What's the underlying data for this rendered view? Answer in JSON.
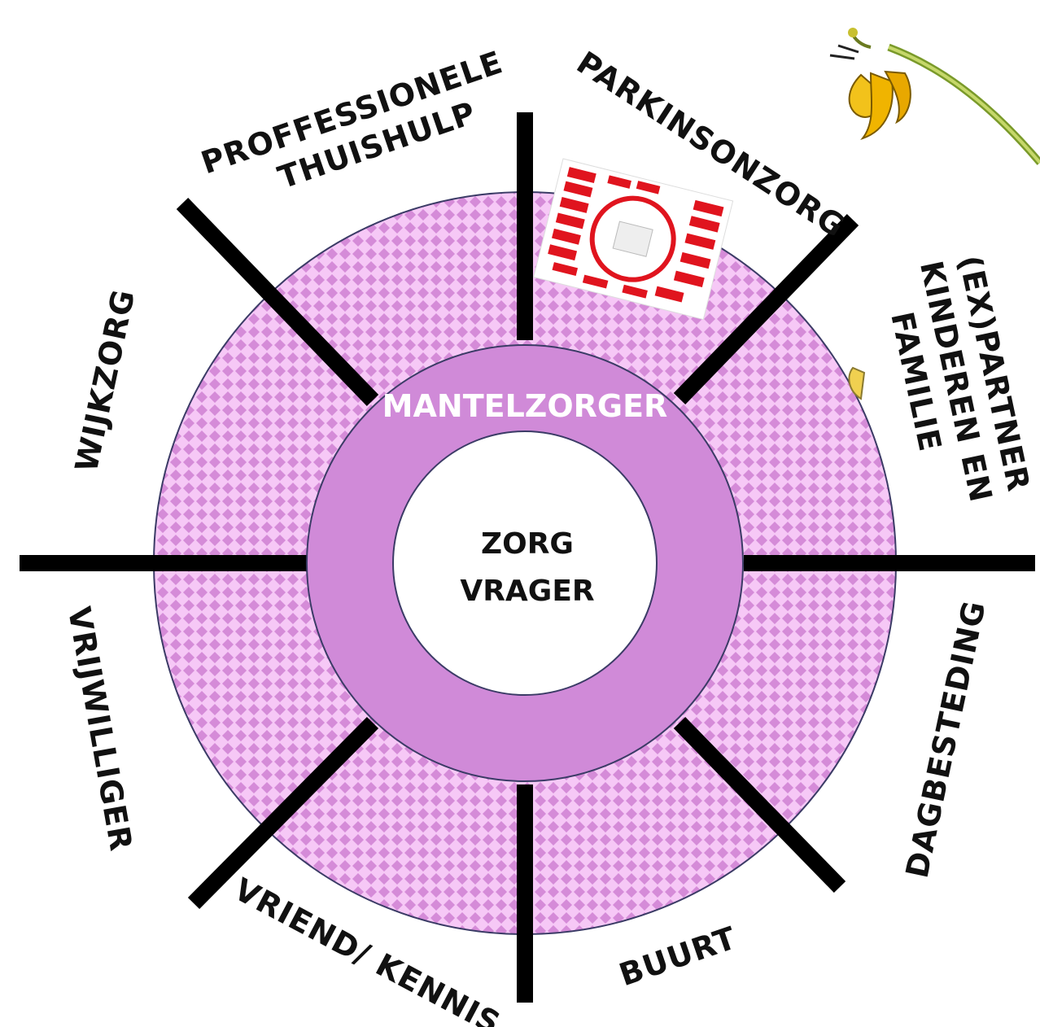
{
  "center": {
    "line1": "ZORG",
    "line2": "VRAGER"
  },
  "ring": {
    "label": "MANTELZORGER"
  },
  "sectors": {
    "proffessionele_thuishulp": {
      "line1": "PROFFESSIONELE",
      "line2": "THUISHULP"
    },
    "parkinsonzorg": "PARKINSONZORG",
    "familie": {
      "line1": "(EX)PARTNER",
      "line2": "KINDEREN EN",
      "line3": "FAMILIE"
    },
    "dagbesteding": "DAGBESTEDING",
    "buurt": "BUURT",
    "vriend_kennis": "VRIEND/ KENNIS",
    "vrijwilliger": "VRIJWILLIGER",
    "wijkzorg": "WIJKZORG"
  },
  "colors": {
    "outer_fill": "#f6c8f6",
    "outer_pattern": "#d58bd8",
    "ring_fill": "#d08ad8",
    "spokes": "#000000",
    "label_text": "#111111",
    "ring_text": "#ffffff",
    "thumbnail_red": "#e0141e"
  },
  "decorations": [
    "flower-illustration",
    "parkinson-care-cycle-thumbnail"
  ]
}
